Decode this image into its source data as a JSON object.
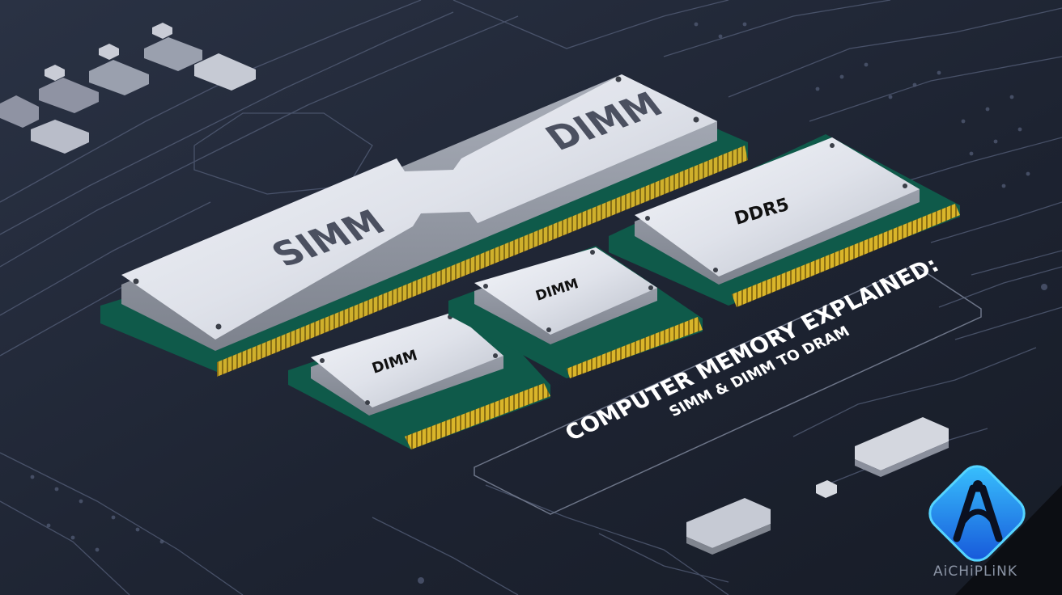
{
  "modules": {
    "simm_label": "SIMM",
    "dimm_large_label": "DIMM",
    "dimm_small_left_label": "DIMM",
    "dimm_small_mid_label": "DIMM",
    "ddr5_label": "DDR5"
  },
  "caption": {
    "line1": "COMPUTER MEMORY EXPLAINED:",
    "line2": "SIMM & DIMM TO DRAM"
  },
  "brand": {
    "name": "AiCHiPLiNK",
    "logo_icon": "a-letter-icon",
    "accent_color": "#1e8cff"
  },
  "colors": {
    "background": "#1e2433",
    "pcb_green": "#0f5a4a",
    "gold_contacts": "#c9a822",
    "heatspreader": "#e6e8ee",
    "trace": "#5a6478"
  }
}
